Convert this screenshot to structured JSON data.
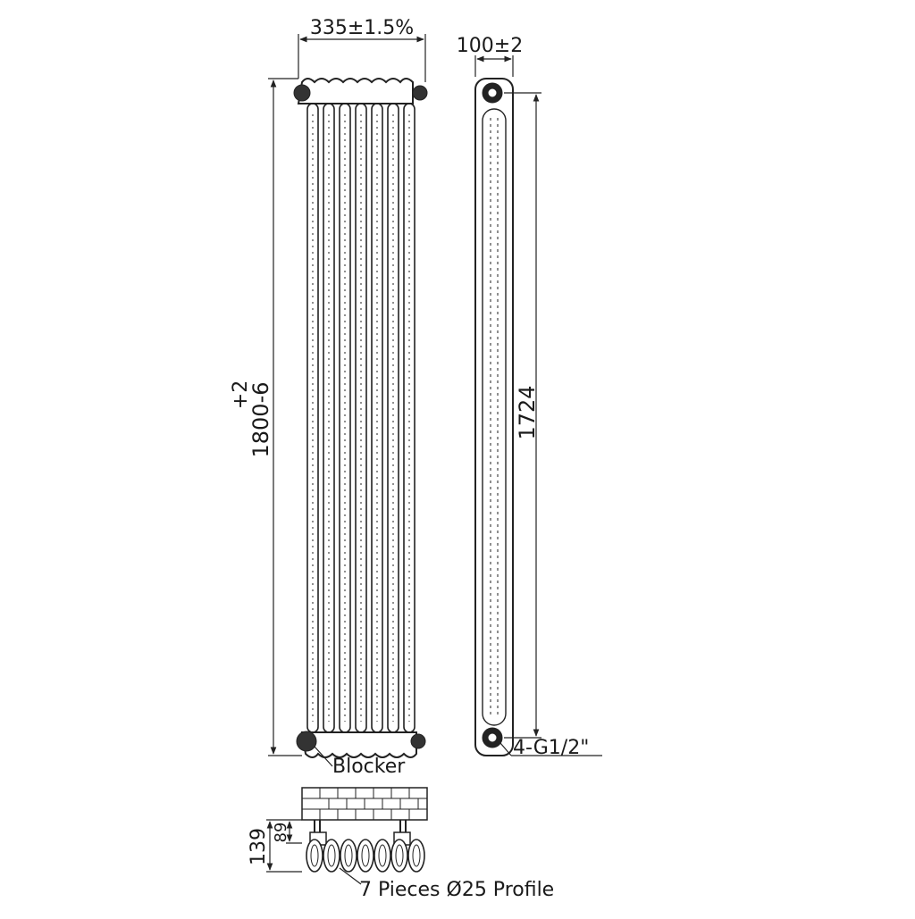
{
  "front_view": {
    "width_label": "335±1.5%",
    "height_label_main": "1800-6",
    "height_label_tol": "+2",
    "bottom_label": "Blocker"
  },
  "side_view": {
    "depth_label": "100±2",
    "centres_label": "1724",
    "connection_label": "4-G1/2\""
  },
  "plan_view": {
    "overall_label": "139",
    "offset_label": "89",
    "profile_label": "7 Pieces Ø25 Profile"
  }
}
